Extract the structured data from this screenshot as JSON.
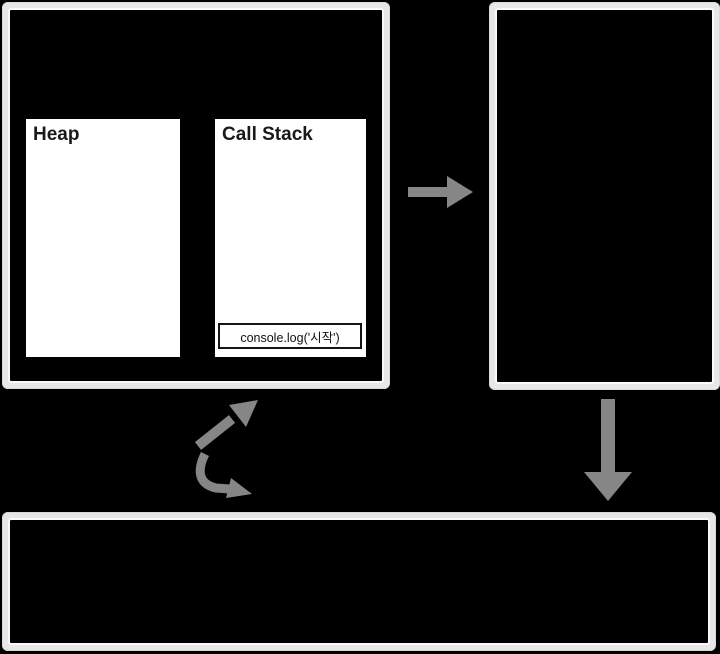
{
  "page": {
    "background": "#000000"
  },
  "colors": {
    "frame": "#e7e7e7",
    "frame_highlight": "#fafafa",
    "interior": "#000000",
    "panel_bg": "#ffffff",
    "text": "#1a1a1a",
    "arrow": "#868686"
  },
  "engine_box": {
    "heap": {
      "title": "Heap"
    },
    "call_stack": {
      "title": "Call Stack",
      "frames": [
        "console.log('시작')"
      ]
    }
  },
  "right_box": {
    "content": ""
  },
  "bottom_box": {
    "content": ""
  },
  "arrows": [
    {
      "name": "right-arrow",
      "direction": "right"
    },
    {
      "name": "down-arrow",
      "direction": "down"
    },
    {
      "name": "up-right-arrow",
      "direction": "up-right"
    },
    {
      "name": "curve-down-right-arrow",
      "direction": "down-right"
    }
  ]
}
